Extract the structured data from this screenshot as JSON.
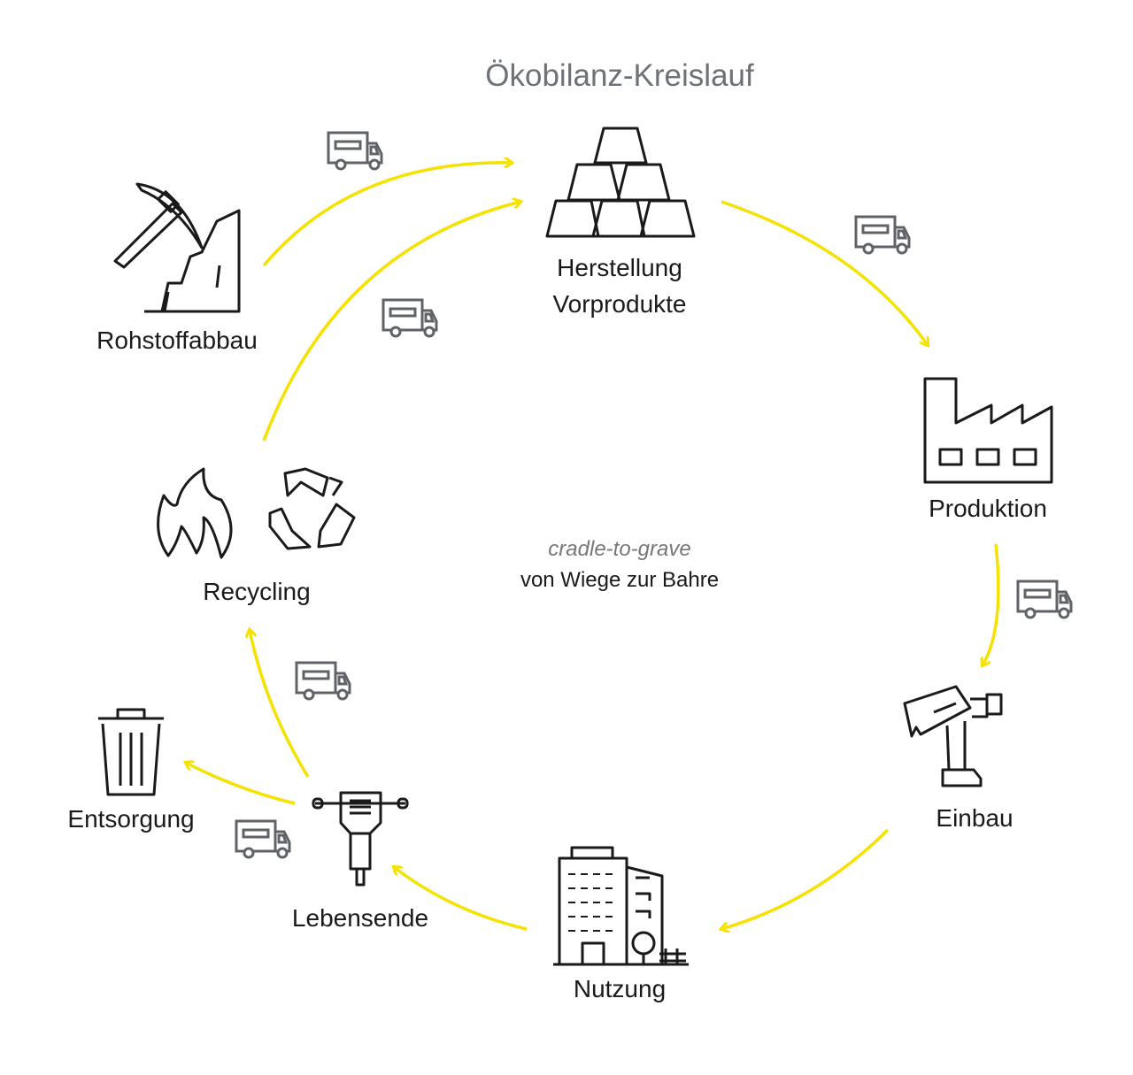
{
  "title": "Ökobilanz-Kreislauf",
  "center": {
    "italic": "cradle-to-grave",
    "text": "von Wiege zur Bahre"
  },
  "stages": {
    "rohstoffabbau": "Rohstoffabbau",
    "herstellung_1": "Herstellung",
    "herstellung_2": "Vorprodukte",
    "produktion": "Produktion",
    "einbau": "Einbau",
    "nutzung": "Nutzung",
    "lebensende": "Lebensende",
    "entsorgung": "Entsorgung",
    "recycling": "Recycling"
  },
  "colors": {
    "arrow": "#f5e200",
    "truck": "#5f6368",
    "icon": "#1a1a1a"
  }
}
